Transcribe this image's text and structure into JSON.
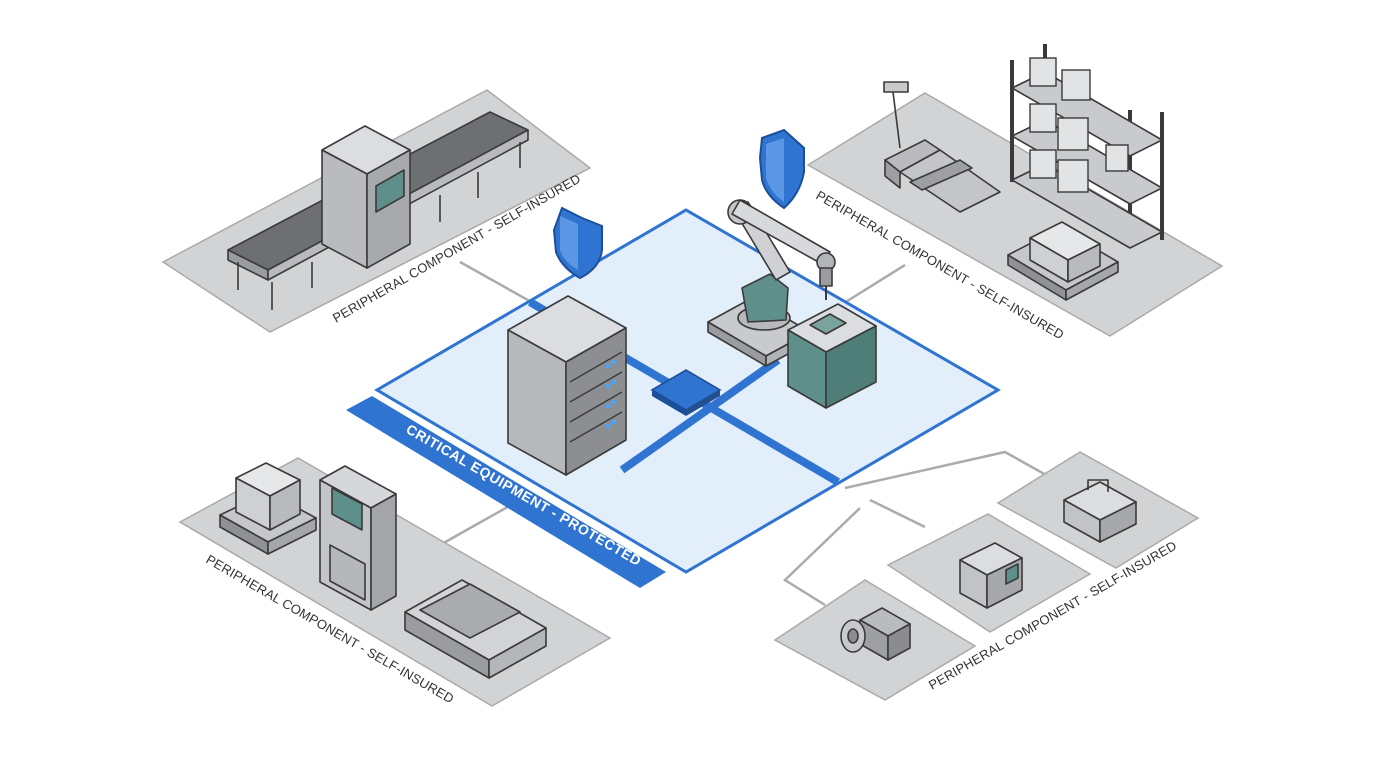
{
  "labels": {
    "critical_zone": "CRITICAL EQUIPMENT - PROTECTED",
    "peripheral_top_left": "PERIPHERAL COMPONENT - SELF-INSURED",
    "peripheral_top_right": "PERIPHERAL COMPONENT - SELF-INSURED",
    "peripheral_bottom_left": "PERIPHERAL COMPONENT - SELF-INSURED",
    "peripheral_bottom_right": "PERIPHERAL COMPONENT - SELF-INSURED"
  },
  "colors": {
    "accent_blue": "#2f74d0",
    "zone_fill": "#e3eefb",
    "platform_gray": "#d2d3d5",
    "equipment_teal": "#5f8f8a"
  },
  "icons": [
    "shield-icon",
    "server-rack-icon",
    "robot-arm-icon",
    "network-hub-icon",
    "conveyor-scanner-icon",
    "pallet-jack-icon",
    "storage-rack-icon",
    "pallet-box-icon",
    "kiosk-terminal-icon",
    "rail-track-icon",
    "electric-motor-icon",
    "control-unit-icon",
    "toolbox-icon"
  ]
}
